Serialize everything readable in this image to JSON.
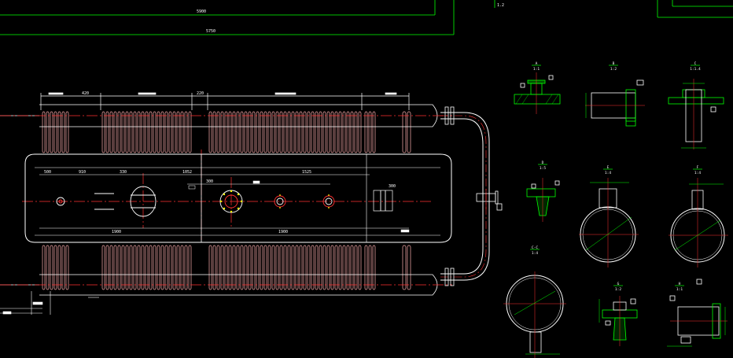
{
  "drawing": {
    "top_dims": [
      "5900",
      "5750"
    ],
    "top_tag": "1.2",
    "tube_dims": [
      "420",
      "220"
    ],
    "drum_dims": [
      "500",
      "910",
      "330",
      "1052",
      "1525",
      "1900",
      "1900"
    ],
    "drum_small_dims": [
      "300",
      "300"
    ],
    "views": [
      {
        "label": "A",
        "scale": "1:1"
      },
      {
        "label": "B",
        "scale": "1:2"
      },
      {
        "label": "C",
        "scale": "1:1.4"
      },
      {
        "label": "D",
        "scale": "1:5"
      },
      {
        "label": "E",
        "scale": "1:4"
      },
      {
        "label": "F",
        "scale": "1:4"
      },
      {
        "label": "C-C",
        "scale": "1:4"
      },
      {
        "label": "G",
        "scale": "1:2"
      },
      {
        "label": "H",
        "scale": "1:1"
      }
    ]
  },
  "colors": {
    "background": "#000000",
    "outline": "#ffffff",
    "centerline": "#ff3030",
    "dimension": "#00ff00",
    "pipe": "#ffb0b0"
  }
}
